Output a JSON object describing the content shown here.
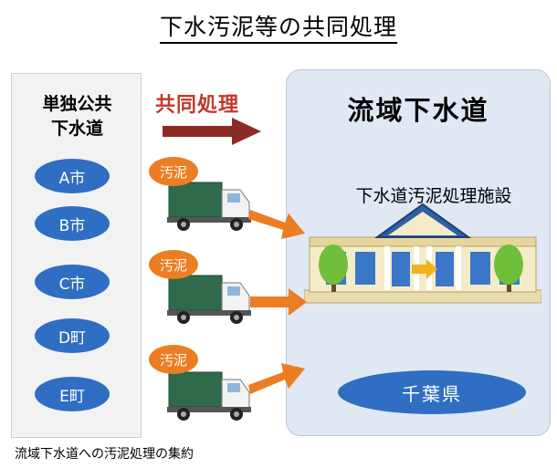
{
  "title": "下水汚泥等の共同処理",
  "left_panel": {
    "title_line1": "単独公共",
    "title_line2": "下水道",
    "cities": [
      "A市",
      "B市",
      "C市",
      "D町",
      "E町"
    ]
  },
  "flow_label": "共同処理",
  "right_panel": {
    "title": "流域下水道",
    "facility_label": "下水道汚泥処理施設",
    "prefecture": "千葉県"
  },
  "trucks": [
    {
      "bubble": "汚泥"
    },
    {
      "bubble": "汚泥"
    },
    {
      "bubble": "汚泥"
    }
  ],
  "caption": "流域下水道への汚泥処理の集約",
  "colors": {
    "city_blue": "#2f6ec2",
    "sludge_orange": "#ec7d22",
    "arrow_dark_red": "#8b2b24",
    "flow_label_red": "#c0392b",
    "truck_green": "#2f6b4a",
    "panel_blue": "#dfe8f3"
  },
  "icons": [
    "truck-icon",
    "facility-building-icon",
    "tree-icon",
    "arrow-right-icon"
  ]
}
